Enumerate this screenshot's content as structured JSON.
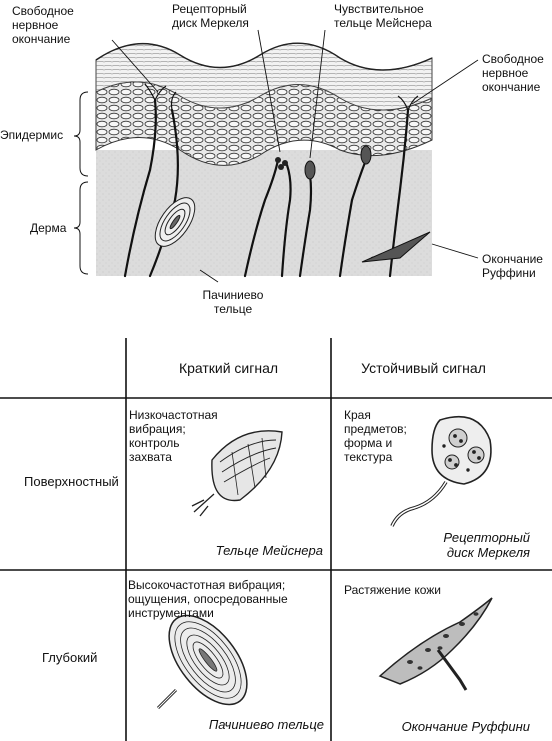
{
  "anatomy": {
    "free_nerve_left": "Свободное\nнервное\nокончание",
    "merkel_disc": "Рецепторный\nдиск Меркеля",
    "meissner_corpuscle": "Чувствительное\nтельце Мейснера",
    "free_nerve_right": "Свободное\nнервное\nокончание",
    "epidermis": "Эпидермис",
    "dermis": "Дерма",
    "pacinian": "Пачиниево\nтельце",
    "ruffini": "Окончание\nРуффини"
  },
  "table": {
    "col_short": "Краткий сигнал",
    "col_sustained": "Устойчивый сигнал",
    "row_surface": "Поверхностный",
    "row_deep": "Глубокий",
    "cells": {
      "surface_short_desc": "Низкочастотная\nвибрация;\nконтроль\nзахвата",
      "surface_short_name": "Тельце Мейснера",
      "surface_sustained_desc": "Края\nпредметов;\nформа и\nтекстура",
      "surface_sustained_name": "Рецепторный\nдиск Меркеля",
      "deep_short_desc": "Высокочастотная вибрация;\nощущения, опосредованные\nинструментами",
      "deep_short_name": "Пачиниево тельце",
      "deep_sustained_desc": "Растяжение кожи",
      "deep_sustained_name": "Окончание Руффини"
    }
  }
}
